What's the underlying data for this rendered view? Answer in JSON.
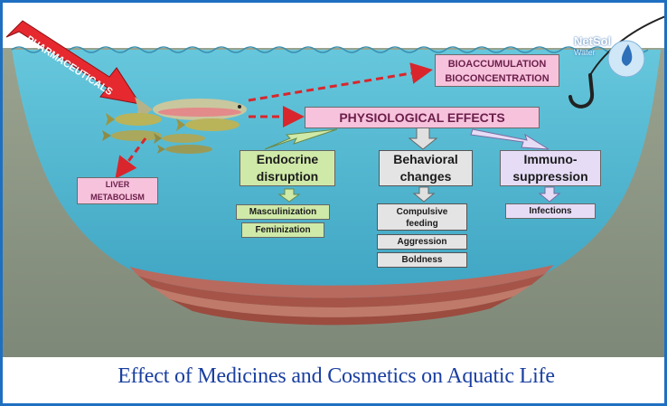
{
  "source_label": "PHARMACEUTICALS",
  "outcome_top": {
    "line1": "BIOACCUMULATION",
    "line2": "BIOCONCENTRATION"
  },
  "central": "PHYSIOLOGICAL EFFECTS",
  "liver": {
    "line1": "LIVER",
    "line2": "METABOLISM"
  },
  "categories": [
    {
      "title1": "Endocrine",
      "title2": "disruption",
      "items": [
        "Masculinization",
        "Feminization"
      ]
    },
    {
      "title1": "Behavioral",
      "title2": "changes",
      "items": [
        "Compulsive feeding",
        "Aggression",
        "Boldness"
      ]
    },
    {
      "title1": "Immuno-",
      "title2": "suppression",
      "items": [
        "Infections"
      ]
    }
  ],
  "brand": {
    "name": "NetSol",
    "sub": "Water"
  },
  "caption": "Effect of Medicines and Cosmetics on Aquatic Life",
  "colors": {
    "water": "#5ec0d6",
    "sky": "#ffffff",
    "sediment": "#b0655a",
    "arrow": "#d8262c",
    "caption": "#1a3fa1",
    "frame": "#1f6fc1"
  }
}
